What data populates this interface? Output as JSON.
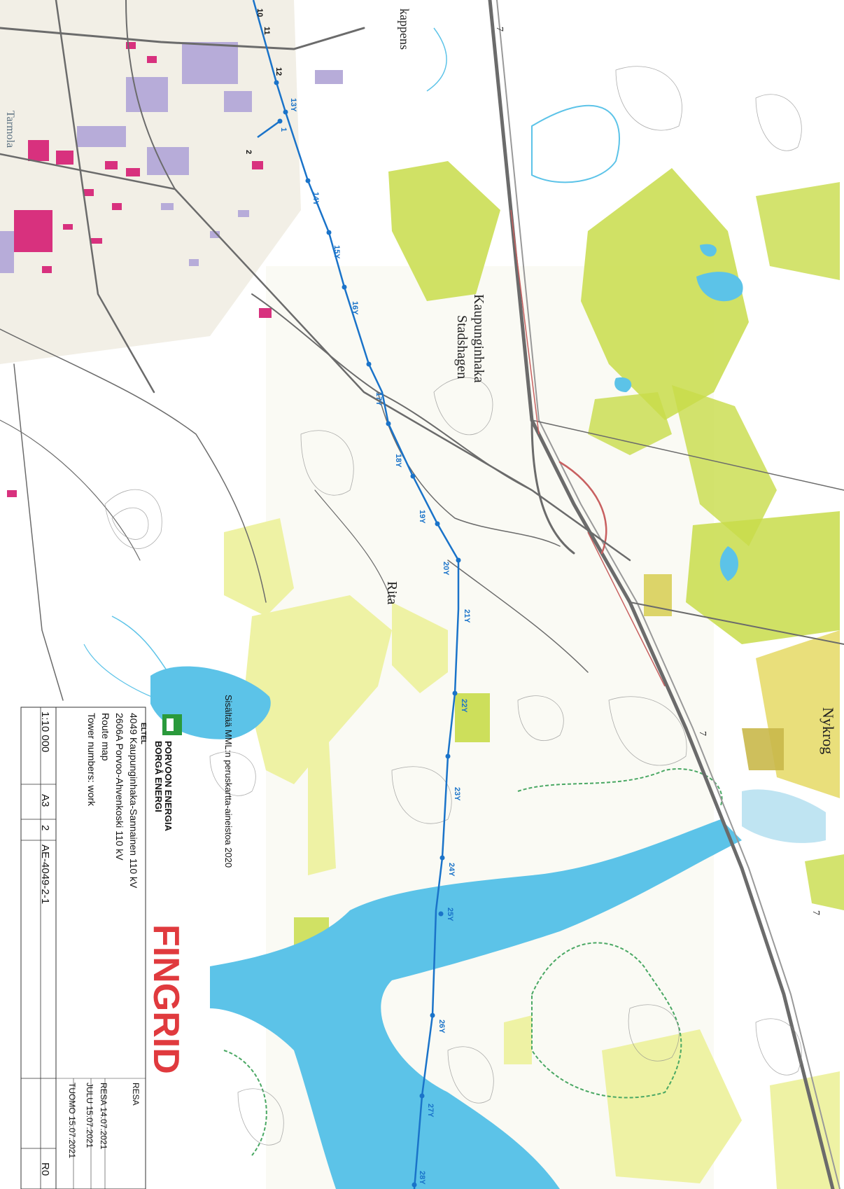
{
  "colors": {
    "route": "#1a73c9",
    "water": "#5cc3e8",
    "field": "#c8dc4a",
    "field_pale": "#eef2a4",
    "forest_pale": "#f4f6e6",
    "building_purple": "#b7acd9",
    "building_magenta": "#d8317e",
    "road": "#6b6b6b",
    "fingrid_red": "#e03a3e",
    "porvoo_green": "#2a9a3c"
  },
  "map": {
    "places": {
      "kaupunginhaka": "Kaupunginhaka",
      "stadshagen": "Stadshagen",
      "rita": "Rita",
      "nykrog": "Nykrog",
      "kappens": "kappens",
      "tarmola": "Tarmola"
    },
    "route_labels": {
      "t10": "10",
      "t11": "11",
      "t12": "12",
      "t2": "2",
      "t1": "1",
      "t13": "13Y",
      "t14": "14Y",
      "t15": "15Y",
      "t16": "16Y",
      "t17": "17Y",
      "t18": "18Y",
      "t19": "19Y",
      "t20": "20Y",
      "t21": "21Y",
      "t22": "22Y",
      "t23": "23Y",
      "t24": "24Y",
      "t25": "25Y",
      "t26": "26Y",
      "t27": "27Y",
      "t28": "28Y"
    },
    "road_number_1": "7",
    "road_number_2": "7",
    "road_number_3": "7"
  },
  "title_block": {
    "source_note": "Sisältää MML:n peruskartta-aineistoa 2020",
    "fingrid": "FINGRID",
    "porvoo_line1": "PORVOON ENERGIA",
    "porvoo_line2": "BORGÅ ENERGI",
    "eltel": "ELTEL",
    "line_title_1": "4049 Kaupunginhaka-Sannainen 110 kV",
    "line_title_2": "2606A Porvoo-Ahvenkoski 110 kV",
    "drawing_type": "Route map",
    "drawing_subtitle": "Tower numbers: work",
    "scale": "1:10 000",
    "paper": "A3",
    "sheet": "2",
    "drawing_number": "AE-4049-2-1",
    "revision": "R0",
    "designer": "RESA",
    "drawn": "RESA 14.07.2021",
    "checked": "JULU 15.07.2021",
    "approved": "TUOMO 15.07.2021"
  }
}
